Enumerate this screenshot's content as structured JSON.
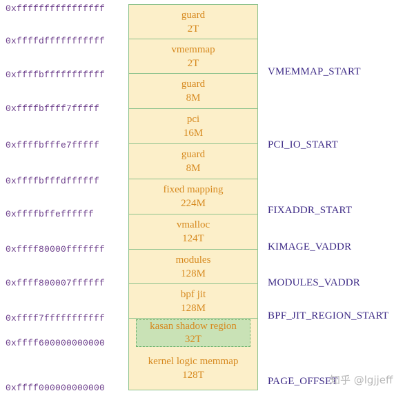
{
  "addresses": [
    "0xffffffffffffffff",
    "0xffffdfffffffffff",
    "0xffffbfffffffffff",
    "0xffffbffff7fffff",
    "0xffffbfffe7fffff",
    "0xffffbfffdffffff",
    "0xffffbffeffffff",
    "0xffff80000fffffff",
    "0xffff800007ffffff",
    "0xffff7fffffffffff",
    "0xffff600000000000",
    "0xffff000000000000"
  ],
  "regions": [
    {
      "name": "guard",
      "size": "2T"
    },
    {
      "name": "vmemmap",
      "size": "2T"
    },
    {
      "name": "guard",
      "size": "8M"
    },
    {
      "name": "pci",
      "size": "16M"
    },
    {
      "name": "guard",
      "size": "8M"
    },
    {
      "name": "fixed mapping",
      "size": "224M"
    },
    {
      "name": "vmalloc",
      "size": "124T"
    },
    {
      "name": "modules",
      "size": "128M"
    },
    {
      "name": "bpf jit",
      "size": "128M"
    },
    {
      "name": "kernel logic memmap",
      "size": "128T"
    }
  ],
  "kasan": {
    "name": "kasan shadow region",
    "size": "32T",
    "fill_color": "#c9e2b6",
    "border_color": "#6fb36f"
  },
  "symbols": [
    "VMEMMAP_START",
    "PCI_IO_START",
    "FIXADDR_START",
    "KIMAGE_VADDR",
    "MODULES_VADDR",
    "BPF_JIT_REGION_START",
    "PAGE_OFFSET"
  ],
  "watermark": "知乎 @lgjjeff",
  "colors": {
    "address_text": "#6b3d8a",
    "region_text": "#d6891f",
    "region_fill": "#fcefc9",
    "region_border": "#8cc28c",
    "symbol_text": "#3d2a86"
  }
}
